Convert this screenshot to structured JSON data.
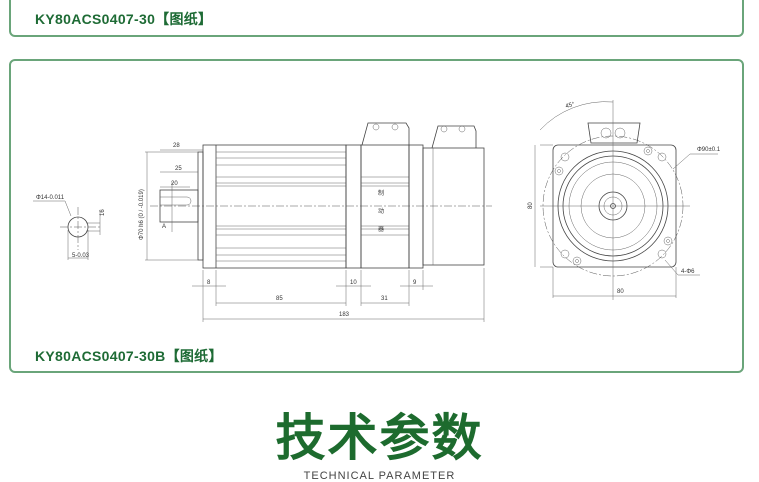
{
  "panels": [
    {
      "title": "KY80ACS0407-30【图纸】"
    },
    {
      "title": "KY80ACS0407-30B【图纸】"
    }
  ],
  "drawing": {
    "side_dims": {
      "d28": "28",
      "d25": "25",
      "d20": "20",
      "d8": "8",
      "d85": "85",
      "d10": "10",
      "d31": "31",
      "d9": "9",
      "d183": "183",
      "pilot": "Φ70 h6 (0 / -0.019)",
      "datum": "A"
    },
    "brake_label": [
      "制",
      "动",
      "器"
    ],
    "section_dims": {
      "shaft": "Φ14-0.011",
      "key_w": "5-0.03",
      "key_h": "16"
    },
    "front_dims": {
      "angle": "45°",
      "bolt_circle": "Φ90±0.1",
      "height": "80",
      "width": "80",
      "holes": "4-Φ6"
    }
  },
  "section": {
    "title": "技术参数",
    "subtitle": "TECHNICAL PARAMETER"
  },
  "colors": {
    "brand_green": "#1d6b2e",
    "border": "#6aa57a"
  }
}
